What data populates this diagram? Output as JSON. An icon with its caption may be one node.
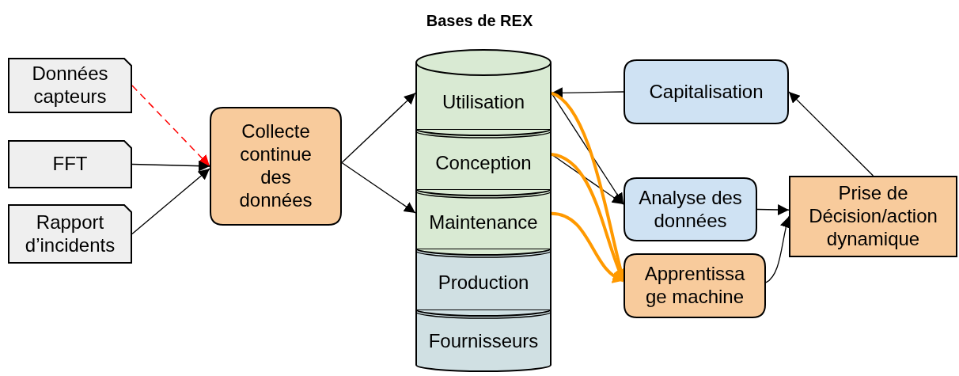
{
  "diagram": {
    "title": "Bases de REX",
    "nodes": [
      {
        "text": [
          "Données capteurs"
        ]
      },
      {
        "text": [
          "FFT"
        ]
      },
      {
        "text": [
          "Rapport d’incidents"
        ]
      },
      {
        "text": [
          "Collecte continue des données"
        ]
      },
      {
        "text": [
          "Utilisation"
        ]
      },
      {
        "text": [
          "Conception"
        ]
      },
      {
        "text": [
          "Maintenance"
        ]
      },
      {
        "text": [
          "Production"
        ]
      },
      {
        "text": [
          "Fournisseurs"
        ]
      },
      {
        "text": [
          "Capitalisation"
        ]
      },
      {
        "text": [
          "Analyse des données"
        ]
      },
      {
        "text": [
          "Apprentissa ge machine"
        ]
      },
      {
        "text": [
          "Prise de Décision/action dynamique"
        ]
      }
    ],
    "edges": [
      {
        "from": 0,
        "to": 3,
        "arrow": "to",
        "style": "dashed",
        "color": "#ff0000"
      },
      {
        "from": 1,
        "to": 3,
        "arrow": "to"
      },
      {
        "from": 2,
        "to": 3,
        "arrow": "to"
      },
      {
        "from": 3,
        "to": 4,
        "arrow": "to"
      },
      {
        "from": 3,
        "to": 6,
        "arrow": "to"
      },
      {
        "from": 9,
        "to": 4,
        "arrow": "to"
      },
      {
        "from": 4,
        "to": 10,
        "arrow": "to"
      },
      {
        "from": 5,
        "to": 10,
        "arrow": "to"
      },
      {
        "from": 4,
        "to": 11,
        "arrow": "to",
        "style": "thick",
        "color": "#ff9900"
      },
      {
        "from": 5,
        "to": 11,
        "arrow": "to",
        "style": "thick",
        "color": "#ff9900"
      },
      {
        "from": 6,
        "to": 11,
        "arrow": "to",
        "style": "thick",
        "color": "#ff9900"
      },
      {
        "from": 10,
        "to": 12,
        "arrow": "to"
      },
      {
        "from": 11,
        "to": 12,
        "arrow": "to"
      },
      {
        "from": 12,
        "to": 9,
        "arrow": "to"
      }
    ]
  }
}
